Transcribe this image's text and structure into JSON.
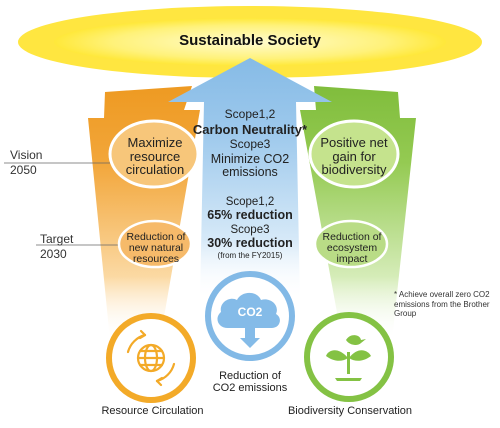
{
  "title": "Sustainable Society",
  "vision": {
    "label": "Vision",
    "year": "2050"
  },
  "target": {
    "label": "Target",
    "year": "2030"
  },
  "pillars": {
    "resource": {
      "vision": "Maximize resource circulation",
      "target": "Reduction of new natural resources",
      "label": "Resource Circulation",
      "icon": "globe-recycle-icon",
      "color": "#f0a52a"
    },
    "carbon": {
      "vision_scope12": "Scope1,2",
      "vision_main": "Carbon Neutrality*",
      "vision_scope3": "Scope3",
      "vision_scope3_text": "Minimize CO2 emissions",
      "target_scope12": "Scope1,2",
      "target_reduction1": "65% reduction",
      "target_scope3": "Scope3",
      "target_reduction2": "30% reduction",
      "target_note": "(from the FY2015)",
      "label_line1": "Reduction of",
      "label_line2": "CO2 emissions",
      "icon_text": "CO2",
      "icon": "co2-cloud-icon",
      "color": "#7fb7e3"
    },
    "biodiversity": {
      "vision": "Positive net gain for biodiversity",
      "target": "Reduction of ecosystem impact",
      "label": "Biodiversity Conservation",
      "icon": "sprout-bird-icon",
      "color": "#7fc241"
    }
  },
  "footnote": "* Achieve overall zero CO2 emissions from the Brother Group"
}
